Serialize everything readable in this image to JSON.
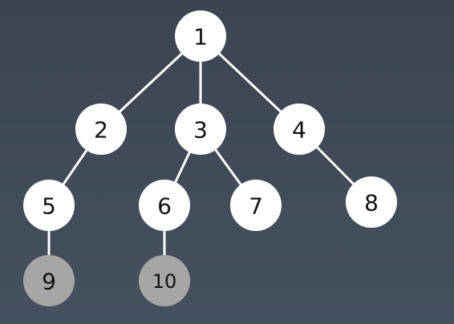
{
  "tree": {
    "nodes": [
      {
        "id": "1",
        "label": "1",
        "state": "normal"
      },
      {
        "id": "2",
        "label": "2",
        "state": "normal"
      },
      {
        "id": "3",
        "label": "3",
        "state": "normal"
      },
      {
        "id": "4",
        "label": "4",
        "state": "normal"
      },
      {
        "id": "5",
        "label": "5",
        "state": "normal"
      },
      {
        "id": "6",
        "label": "6",
        "state": "normal"
      },
      {
        "id": "7",
        "label": "7",
        "state": "normal"
      },
      {
        "id": "8",
        "label": "8",
        "state": "normal"
      },
      {
        "id": "9",
        "label": "9",
        "state": "muted"
      },
      {
        "id": "10",
        "label": "10",
        "state": "muted"
      }
    ],
    "edges": [
      {
        "from": "1",
        "to": "2"
      },
      {
        "from": "1",
        "to": "3"
      },
      {
        "from": "1",
        "to": "4"
      },
      {
        "from": "2",
        "to": "5"
      },
      {
        "from": "3",
        "to": "6"
      },
      {
        "from": "3",
        "to": "7"
      },
      {
        "from": "4",
        "to": "8"
      },
      {
        "from": "5",
        "to": "9"
      },
      {
        "from": "6",
        "to": "10"
      }
    ],
    "colors": {
      "node_fill": "#ffffff",
      "node_muted_fill": "#a6a6a6",
      "edge": "#ffffff",
      "label": "#111111"
    }
  }
}
